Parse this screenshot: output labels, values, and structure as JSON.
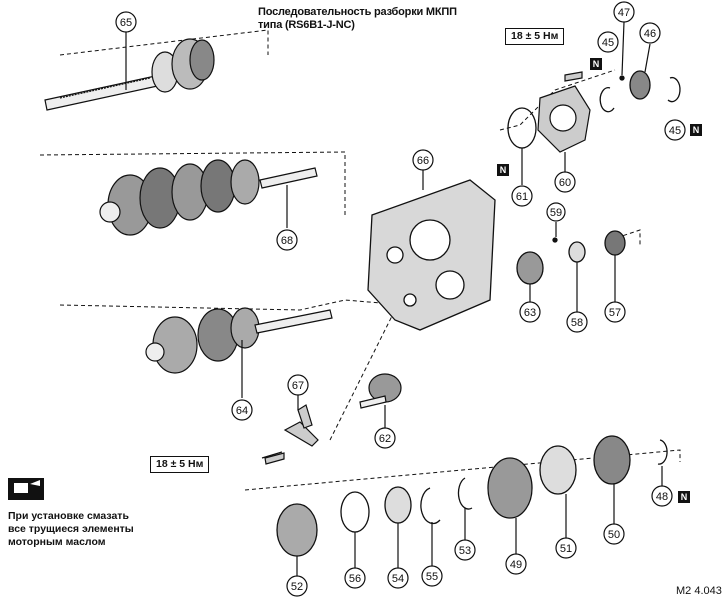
{
  "title_line1": "Последовательность разборки МКПП",
  "title_line2": "типа (RS6B1-J-NC)",
  "torque_label": "18 ± 5 Нм",
  "n_label": "N",
  "note_lines": [
    "При установке смазать",
    "все трущиеся элементы",
    "моторным маслом"
  ],
  "figure_ref": "M2 4.043",
  "parts": [
    "65",
    "68",
    "64",
    "66",
    "67",
    "62",
    "45",
    "46",
    "47",
    "60",
    "61",
    "59",
    "63",
    "58",
    "57",
    "48",
    "50",
    "51",
    "49",
    "53",
    "55",
    "54",
    "56",
    "52"
  ]
}
